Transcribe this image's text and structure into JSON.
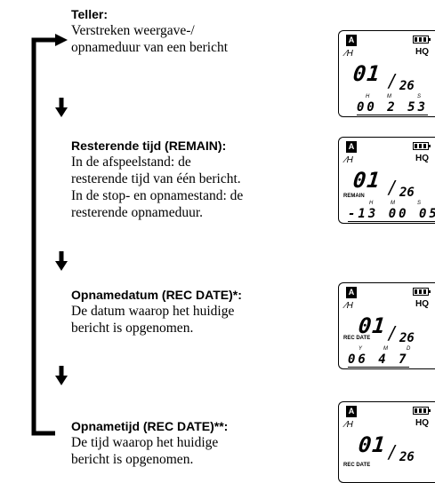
{
  "sections": [
    {
      "heading": "Teller:",
      "lines": [
        "Verstreken weergave-/",
        "opnameduur van een bericht"
      ]
    },
    {
      "heading": "Resterende tijd (REMAIN):",
      "lines": [
        "In de afspeelstand: de",
        "resterende tijd van één bericht.",
        "In de stop- en opnamestand: de",
        "resterende opnameduur."
      ]
    },
    {
      "heading": "Opnamedatum (REC DATE)*:",
      "lines": [
        "De datum waarop het huidige",
        "bericht is opgenomen."
      ]
    },
    {
      "heading": "Opnametijd (REC DATE)**:",
      "lines": [
        "De tijd waarop het huidige",
        "bericht is opgenomen."
      ]
    }
  ],
  "displays": [
    {
      "folder": "A",
      "quality": "HQ",
      "track": "01",
      "total": "26",
      "tag": "",
      "row": "00 2 53",
      "units": [
        "H",
        "M",
        "S"
      ]
    },
    {
      "folder": "A",
      "quality": "HQ",
      "track": "01",
      "total": "26",
      "tag": "REMAIN",
      "row": "-13 00 05",
      "units": [
        "H",
        "M",
        "S"
      ]
    },
    {
      "folder": "A",
      "quality": "HQ",
      "track": "01",
      "total": "26",
      "tag": "REC DATE",
      "row": "06 4 7",
      "units": [
        "Y",
        "M",
        "D"
      ]
    },
    {
      "folder": "A",
      "quality": "HQ",
      "track": "01",
      "total": "26",
      "tag": "REC DATE",
      "row": "",
      "units": []
    }
  ]
}
